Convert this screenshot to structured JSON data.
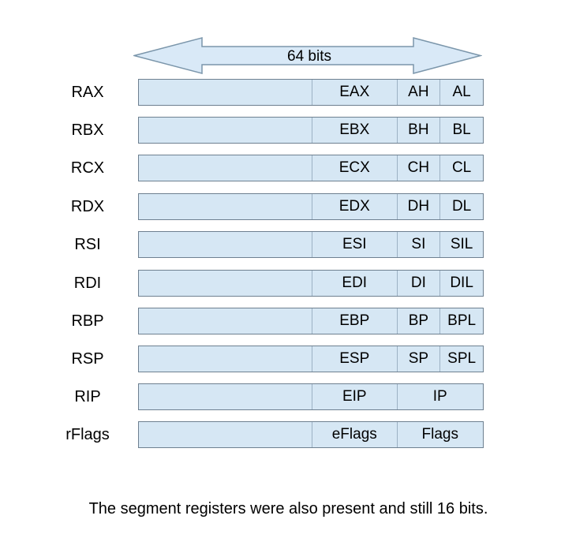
{
  "arrow": {
    "label": "64 bits"
  },
  "registers": [
    {
      "name": "RAX",
      "e": "EAX",
      "h": "AH",
      "l": "AL"
    },
    {
      "name": "RBX",
      "e": "EBX",
      "h": "BH",
      "l": "BL"
    },
    {
      "name": "RCX",
      "e": "ECX",
      "h": "CH",
      "l": "CL"
    },
    {
      "name": "RDX",
      "e": "EDX",
      "h": "DH",
      "l": "DL"
    },
    {
      "name": "RSI",
      "e": "ESI",
      "h": "SI",
      "l": "SIL"
    },
    {
      "name": "RDI",
      "e": "EDI",
      "h": "DI",
      "l": "DIL"
    },
    {
      "name": "RBP",
      "e": "EBP",
      "h": "BP",
      "l": "BPL"
    },
    {
      "name": "RSP",
      "e": "ESP",
      "h": "SP",
      "l": "SPL"
    },
    {
      "name": "RIP",
      "e": "EIP",
      "w16": "IP"
    },
    {
      "name": "rFlags",
      "e": "eFlags",
      "w16": "Flags"
    }
  ],
  "footnote": "The segment registers were also present and still 16 bits.",
  "colors": {
    "background": "#ffffff",
    "box_fill": "#d6e7f4",
    "box_border": "#6e8090",
    "divider": "#9cb1c4",
    "arrow_fill": "#d9e9f7",
    "arrow_border": "#7b96ab",
    "text": "#000000"
  }
}
